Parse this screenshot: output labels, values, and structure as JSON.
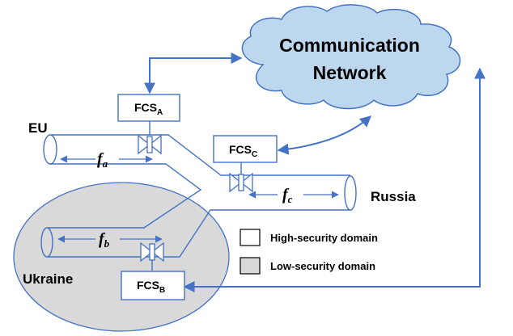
{
  "cloud": {
    "line1": "Communication",
    "line2": "Network"
  },
  "regions": {
    "eu": "EU",
    "russia": "Russia",
    "ukraine": "Ukraine"
  },
  "stations": {
    "a": {
      "main": "FCS",
      "sub": "A"
    },
    "b": {
      "main": "FCS",
      "sub": "B"
    },
    "c": {
      "main": "FCS",
      "sub": "C"
    }
  },
  "flows": {
    "a": {
      "main": "f",
      "sub": "a"
    },
    "b": {
      "main": "f",
      "sub": "b"
    },
    "c": {
      "main": "f",
      "sub": "c"
    }
  },
  "legend": {
    "high": "High-security domain",
    "low": "Low-security domain"
  },
  "colors": {
    "link": "#4472c4",
    "cloud_fill": "#bdd7ee",
    "cloud_stroke": "#4472c4",
    "low_domain": "#d9d9d9"
  }
}
